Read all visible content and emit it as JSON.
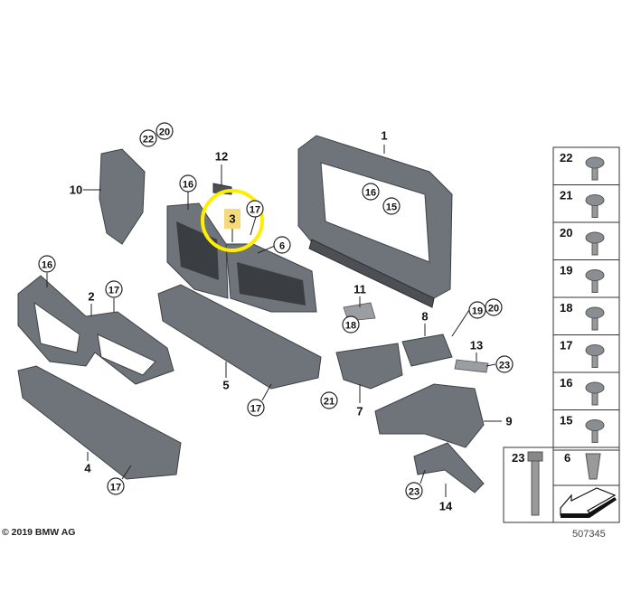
{
  "diagram_number": "507345",
  "copyright": "© 2019 BMW AG",
  "highlighted_part": "3",
  "highlight_color": "#ffee00",
  "callouts": [
    {
      "id": "c22a",
      "label": "22",
      "style": "circle"
    },
    {
      "id": "c20a",
      "label": "20",
      "style": "circle"
    },
    {
      "id": "c10",
      "label": "10",
      "style": "plain"
    },
    {
      "id": "c12",
      "label": "12",
      "style": "plain"
    },
    {
      "id": "c16a",
      "label": "16",
      "style": "circle"
    },
    {
      "id": "c3",
      "label": "3",
      "style": "highlight"
    },
    {
      "id": "c17a",
      "label": "17",
      "style": "circle"
    },
    {
      "id": "c6",
      "label": "6",
      "style": "circle"
    },
    {
      "id": "c1",
      "label": "1",
      "style": "plain"
    },
    {
      "id": "c16b",
      "label": "16",
      "style": "circle"
    },
    {
      "id": "c15",
      "label": "15",
      "style": "circle"
    },
    {
      "id": "c16c",
      "label": "16",
      "style": "circle"
    },
    {
      "id": "c2",
      "label": "2",
      "style": "plain"
    },
    {
      "id": "c17b",
      "label": "17",
      "style": "circle"
    },
    {
      "id": "c11",
      "label": "11",
      "style": "plain"
    },
    {
      "id": "c18",
      "label": "18",
      "style": "circle"
    },
    {
      "id": "c8",
      "label": "8",
      "style": "plain"
    },
    {
      "id": "c19",
      "label": "19",
      "style": "circle"
    },
    {
      "id": "c20b",
      "label": "20",
      "style": "circle"
    },
    {
      "id": "c13",
      "label": "13",
      "style": "plain"
    },
    {
      "id": "c23a",
      "label": "23",
      "style": "circle"
    },
    {
      "id": "c5",
      "label": "5",
      "style": "plain"
    },
    {
      "id": "c17c",
      "label": "17",
      "style": "circle"
    },
    {
      "id": "c21",
      "label": "21",
      "style": "circle"
    },
    {
      "id": "c7",
      "label": "7",
      "style": "plain"
    },
    {
      "id": "c9",
      "label": "9",
      "style": "plain"
    },
    {
      "id": "c4",
      "label": "4",
      "style": "plain"
    },
    {
      "id": "c17d",
      "label": "17",
      "style": "circle"
    },
    {
      "id": "c23b",
      "label": "23",
      "style": "circle"
    },
    {
      "id": "c14",
      "label": "14",
      "style": "plain"
    }
  ],
  "fastener_table": [
    "22",
    "21",
    "20",
    "19",
    "18",
    "17",
    "16",
    "15"
  ],
  "fastener_bottom": {
    "bolt": "23",
    "nut": "6"
  }
}
